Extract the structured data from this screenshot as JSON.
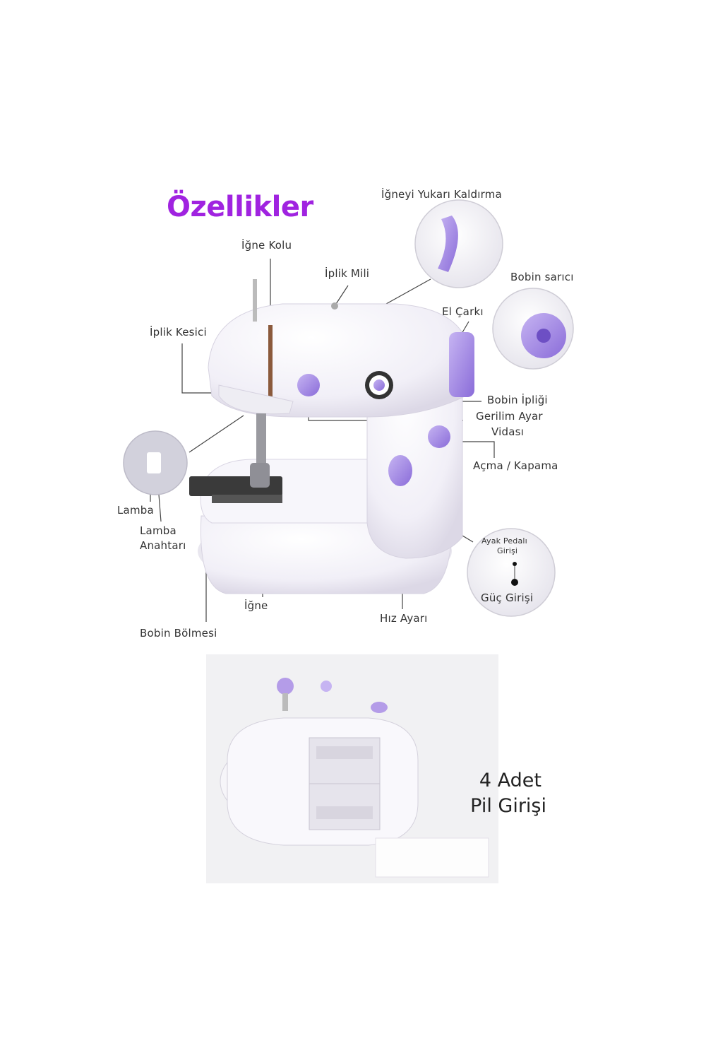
{
  "title": "Özellikler",
  "labels": {
    "igneyi_yukari": "İğneyi Yukarı Kaldırma",
    "igne_kolu": "İğne Kolu",
    "iplik_mili": "İplik Mili",
    "bobin_sarici": "Bobin sarıcı",
    "el_carki": "El Çarkı",
    "iplik_kesici": "İplik Kesici",
    "bobin_ipligi": "Bobin İpliği",
    "gerilim_1": "Gerilim Ayar",
    "gerilim_2": "Vidası",
    "acma_kapama": "Açma / Kapama",
    "lamba": "Lamba",
    "lamba_anahtari_1": "Lamba",
    "lamba_anahtari_2": "Anahtarı",
    "ayak_pedali_1": "Ayak Pedalı",
    "ayak_pedali_2": "Girişi",
    "guc_girisi": "Güç Girişi",
    "igne": "İğne",
    "hiz_ayari": "Hız Ayarı",
    "bobin_bolmesi": "Bobin Bölmesi",
    "pil_1": "4 Adet",
    "pil_2": "Pil Girişi"
  },
  "colors": {
    "accent": "#a023e0",
    "machine_purple": "#a58ee6",
    "machine_body": "#f4f3f8"
  }
}
